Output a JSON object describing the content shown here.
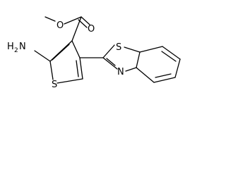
{
  "molecule": {
    "labels": {
      "ester_o_methyl": "O",
      "carbonyl_o": "O",
      "amine_n": "N",
      "amine_h": "H",
      "amine_sub": "2",
      "thiophene_s": "S",
      "benzothiazole_s": "S",
      "benzothiazole_n": "N"
    }
  },
  "colors": {
    "bond": "#000000",
    "text": "#000000",
    "background": "#ffffff"
  }
}
